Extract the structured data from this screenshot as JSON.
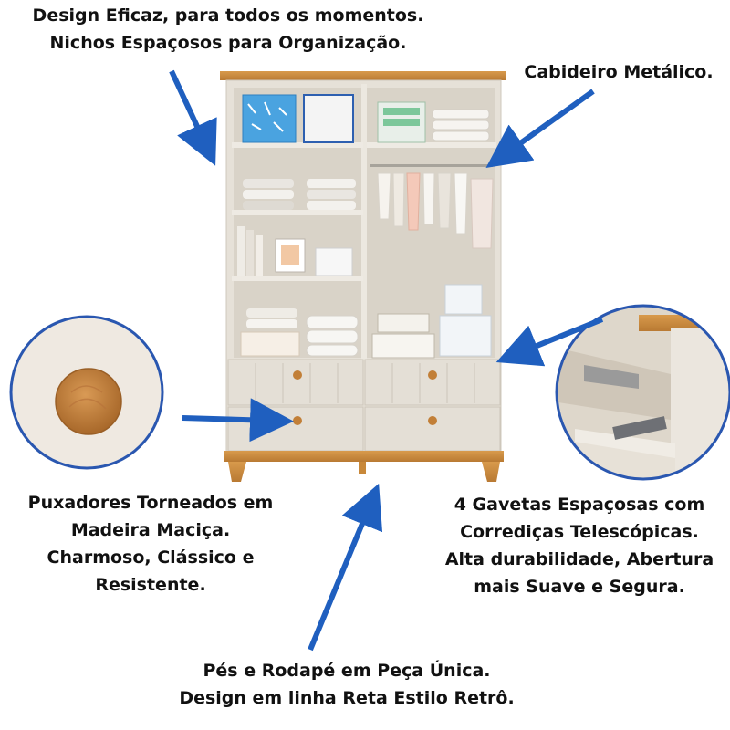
{
  "callouts": {
    "top": {
      "line1": "Design Eficaz, para todos os momentos.",
      "line2": "Nichos Espaçosos para Organização."
    },
    "hanger": {
      "line1": "Cabideiro Metálico."
    },
    "knob": {
      "line1": "Puxadores Torneados em",
      "line2": "Madeira Maciça.",
      "line3": "Charmoso, Clássico e",
      "line4": "Resistente."
    },
    "drawers": {
      "line1": "4 Gavetas Espaçosas com",
      "line2": "Corrediças Telescópicas.",
      "line3": "Alta durabilidade, Abertura",
      "line4": "mais Suave e Segura."
    },
    "feet": {
      "line1": "Pés e Rodapé em Peça Única.",
      "line2": "Design em linha Reta Estilo Retrô."
    }
  },
  "colors": {
    "arrow": "#1f5fbf",
    "cabinet_body": "#e3ded5",
    "cabinet_inner": "#d8d2c7",
    "wood": "#c8883a",
    "knob_ring": "#2a57b0"
  },
  "icons": {
    "arrow": "arrow-icon",
    "knob": "wood-knob-icon",
    "slide": "telescopic-slide-icon"
  }
}
